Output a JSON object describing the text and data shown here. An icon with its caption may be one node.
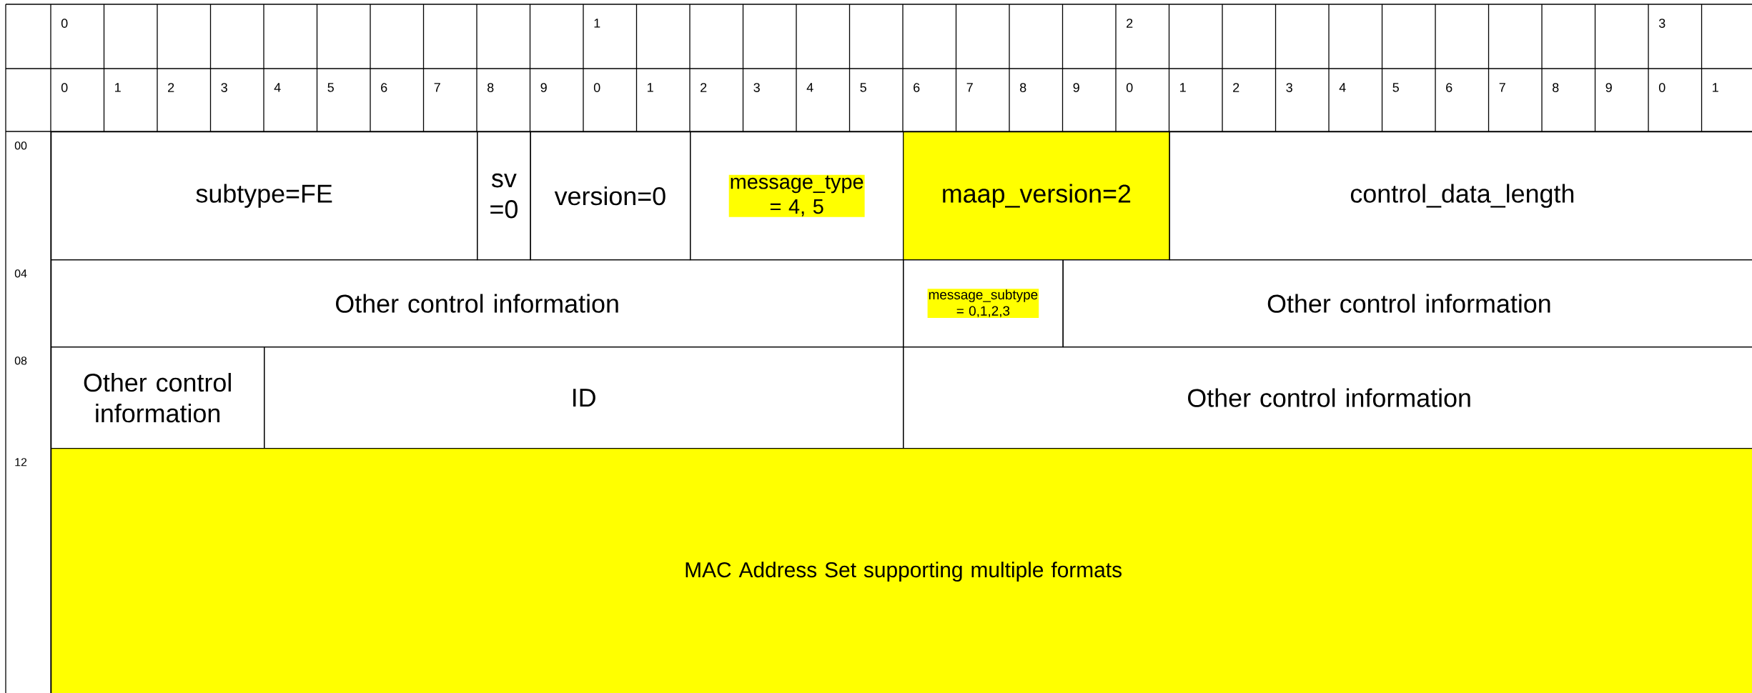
{
  "diagram": {
    "nodes": [
      {
        "text": [
          "subtype=FE"
        ]
      },
      {
        "text": [
          "sv =0"
        ]
      },
      {
        "text": [
          "version=0"
        ]
      },
      {
        "text": [
          "message_type = 4, 5"
        ]
      },
      {
        "text": [
          "maap_version=2"
        ]
      },
      {
        "text": [
          "control_data_length"
        ]
      },
      {
        "text": [
          "Other control information"
        ]
      },
      {
        "text": [
          "message_subtype = 0,1,2,3"
        ]
      },
      {
        "text": [
          "Other control information"
        ]
      },
      {
        "text": [
          "Other control information"
        ]
      },
      {
        "text": [
          "ID"
        ]
      },
      {
        "text": [
          "Other control information"
        ]
      },
      {
        "text": [
          "MAC Address Set supporting multiple formats"
        ]
      }
    ],
    "labels": [
      "0",
      "1",
      "2",
      "3",
      "0",
      "1",
      "2",
      "3",
      "4",
      "5",
      "6",
      "7",
      "8",
      "9",
      "0",
      "1",
      "2",
      "3",
      "4",
      "5",
      "6",
      "7",
      "8",
      "9",
      "0",
      "1",
      "2",
      "3",
      "4",
      "5",
      "6",
      "7",
      "8",
      "9",
      "0",
      "1",
      "00",
      "04",
      "08",
      "12"
    ]
  }
}
